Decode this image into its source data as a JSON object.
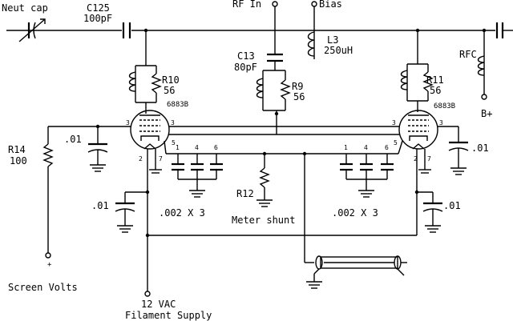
{
  "labels": {
    "neut_cap": "Neut cap",
    "c125": "C125",
    "c125_val": "100pF",
    "rf_in": "RF In",
    "bias": "Bias",
    "l3": "L3",
    "l3_val": "250uH",
    "c13": "C13",
    "c13_val": "80pF",
    "r9": "R9",
    "r9_val": "56",
    "r10": "R10",
    "r10_val": "56",
    "r11": "R11",
    "r11_val": "56",
    "rfc": "RFC",
    "bplus": "B+",
    "tube_left": "6883B",
    "tube_right": "6883B",
    "r14": "R14",
    "r14_val": "100",
    "cap_left_bypass": ".01",
    "cap_right_bypass": ".01",
    "cap_left_low": ".01",
    "cap_right_low": ".01",
    "caps_left": ".002 X 3",
    "caps_right": ".002 X 3",
    "r12": "R12",
    "meter_shunt": "Meter shunt",
    "screen_volts": "Screen Volts",
    "plus_sign": "+",
    "fil_12vac": "12 VAC",
    "fil_supply": "Filament Supply",
    "pin3_l": "3",
    "pin3b_l": "3",
    "pin5_l": "5",
    "pin2_l": "2",
    "pin7_l": "7",
    "pin1_l": "1",
    "pin4_l": "4",
    "pin6_l": "6",
    "pin3_r": "3",
    "pin3b_r": "3",
    "pin5_r": "5",
    "pin2_r": "2",
    "pin7_r": "7",
    "pin1_r": "1",
    "pin4_r": "4",
    "pin6_r": "6"
  }
}
